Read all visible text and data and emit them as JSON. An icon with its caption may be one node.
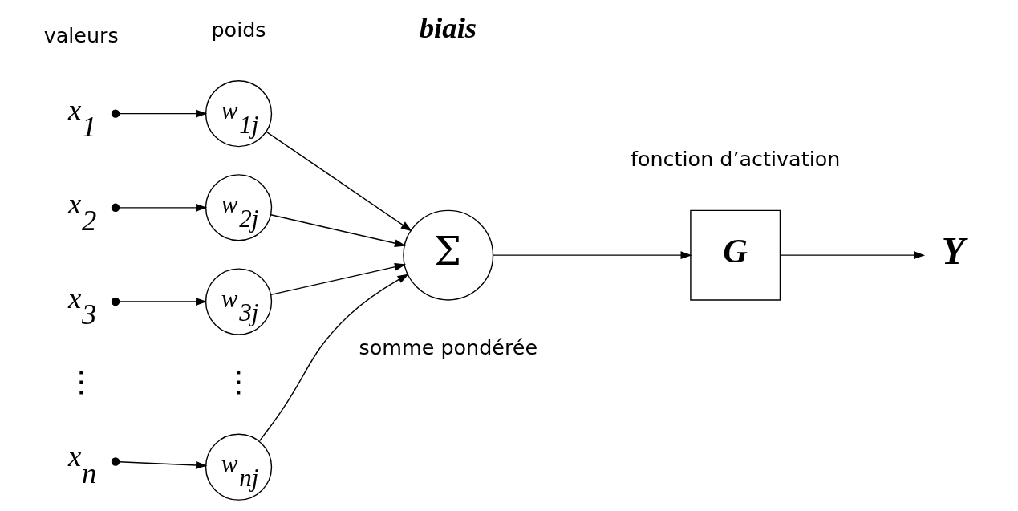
{
  "diagram": {
    "nodes": [
      {
        "text": [
          "x$_{1}$"
        ]
      },
      {
        "text": [
          "x$_{2}$"
        ]
      },
      {
        "text": [
          "x$_{3}$"
        ]
      },
      {
        "text": [
          "x$_{n}$"
        ]
      },
      {
        "text": [
          "w$_{1j}$"
        ]
      },
      {
        "text": [
          "w$_{2j}$"
        ]
      },
      {
        "text": [
          "w$_{3j}$"
        ]
      },
      {
        "text": [
          "w$_{nj}$"
        ]
      },
      {
        "text": [
          "Σ"
        ],
        "beside": [
          "somme pondérée"
        ]
      },
      {
        "text": [
          "G"
        ],
        "beside": [
          "fonction d’activation"
        ]
      },
      {
        "text": [
          "Y"
        ]
      }
    ],
    "edges": [
      {
        "from": 0,
        "to": 4,
        "arrow": "to"
      },
      {
        "from": 1,
        "to": 5,
        "arrow": "to"
      },
      {
        "from": 2,
        "to": 6,
        "arrow": "to"
      },
      {
        "from": 3,
        "to": 7,
        "arrow": "to"
      },
      {
        "from": 4,
        "to": 8,
        "arrow": "to"
      },
      {
        "from": 5,
        "to": 8,
        "arrow": "to"
      },
      {
        "from": 6,
        "to": 8,
        "arrow": "to"
      },
      {
        "from": 7,
        "to": 8,
        "arrow": "to"
      },
      {
        "from": 8,
        "to": 9,
        "arrow": "to"
      },
      {
        "from": 9,
        "to": 10,
        "arrow": "to"
      }
    ],
    "labels": [
      "valeurs",
      "poids",
      "biais",
      "⋮",
      "⋮"
    ]
  }
}
